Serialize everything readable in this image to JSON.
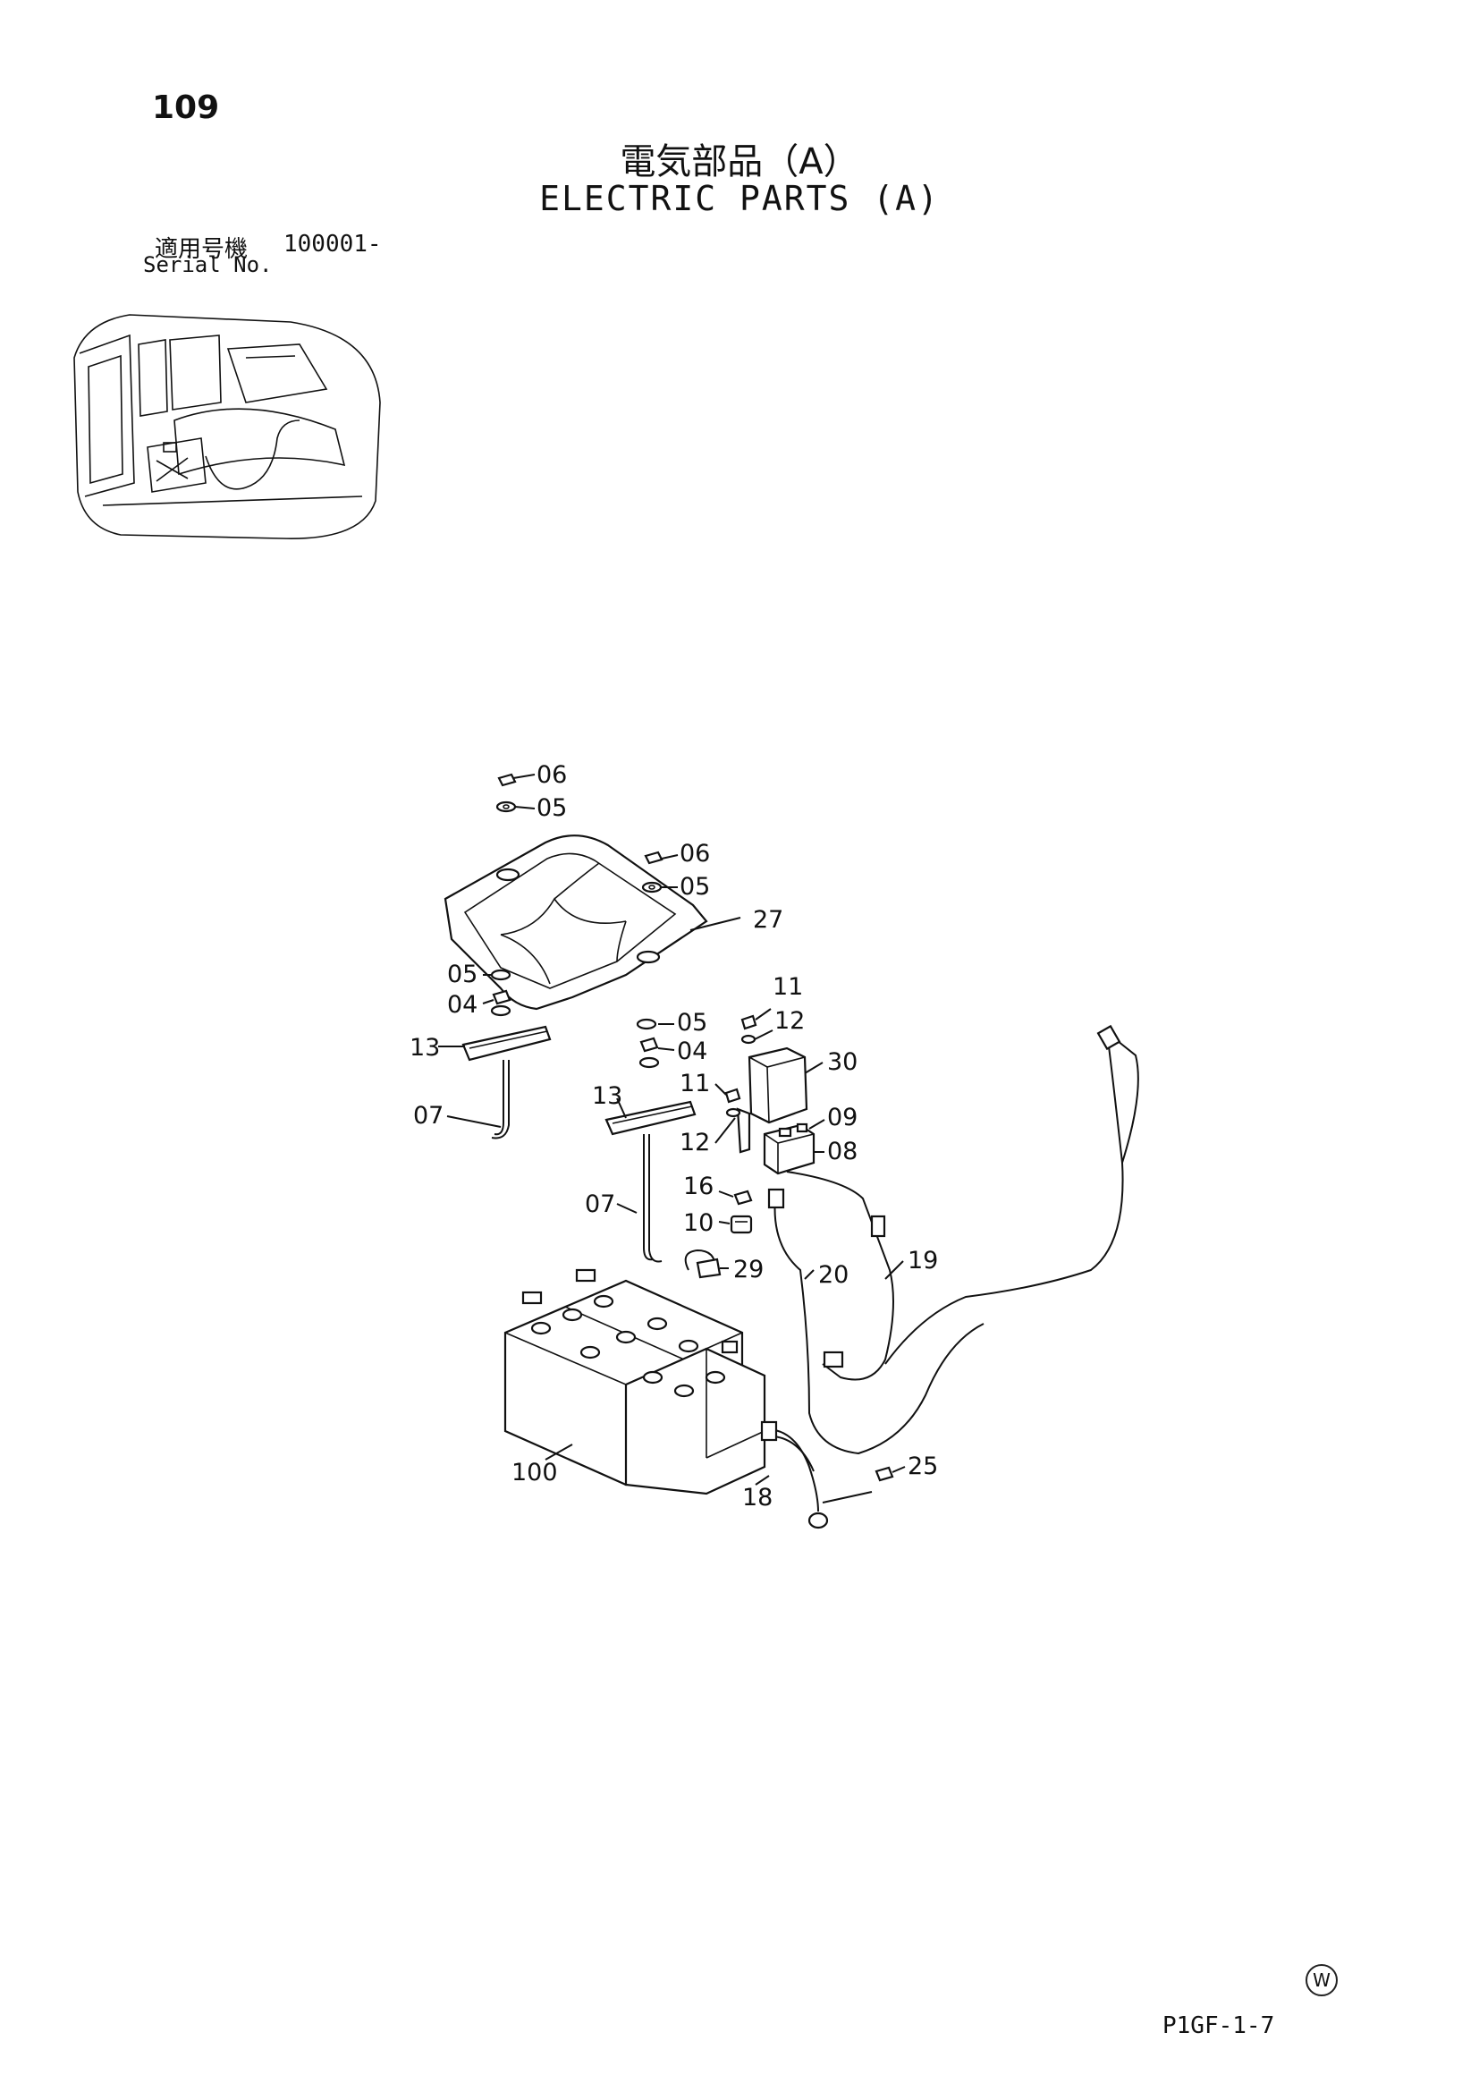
{
  "page_number": "109",
  "title_jp": "電気部品（A）",
  "title_en": "ELECTRIC PARTS (A)",
  "serial": {
    "label_jp": "適用号機",
    "value": "100001-",
    "label_en": "Serial No."
  },
  "doc_code": "P1GF-1-7",
  "corner_mark": "W",
  "callouts": [
    {
      "id": "c06a",
      "label": "06"
    },
    {
      "id": "c05a",
      "label": "05"
    },
    {
      "id": "c06b",
      "label": "06"
    },
    {
      "id": "c05b",
      "label": "05"
    },
    {
      "id": "c27",
      "label": "27"
    },
    {
      "id": "c05c",
      "label": "05"
    },
    {
      "id": "c04a",
      "label": "04"
    },
    {
      "id": "c13a",
      "label": "13"
    },
    {
      "id": "c07a",
      "label": "07"
    },
    {
      "id": "c05d",
      "label": "05"
    },
    {
      "id": "c04b",
      "label": "04"
    },
    {
      "id": "c11a",
      "label": "11"
    },
    {
      "id": "c12a",
      "label": "12"
    },
    {
      "id": "c30",
      "label": "30"
    },
    {
      "id": "c11b",
      "label": "11"
    },
    {
      "id": "c13b",
      "label": "13"
    },
    {
      "id": "c09",
      "label": "09"
    },
    {
      "id": "c12b",
      "label": "12"
    },
    {
      "id": "c08",
      "label": "08"
    },
    {
      "id": "c16",
      "label": "16"
    },
    {
      "id": "c07b",
      "label": "07"
    },
    {
      "id": "c10",
      "label": "10"
    },
    {
      "id": "c19",
      "label": "19"
    },
    {
      "id": "c29",
      "label": "29"
    },
    {
      "id": "c20",
      "label": "20"
    },
    {
      "id": "c25",
      "label": "25"
    },
    {
      "id": "c100",
      "label": "100"
    },
    {
      "id": "c18",
      "label": "18"
    }
  ]
}
